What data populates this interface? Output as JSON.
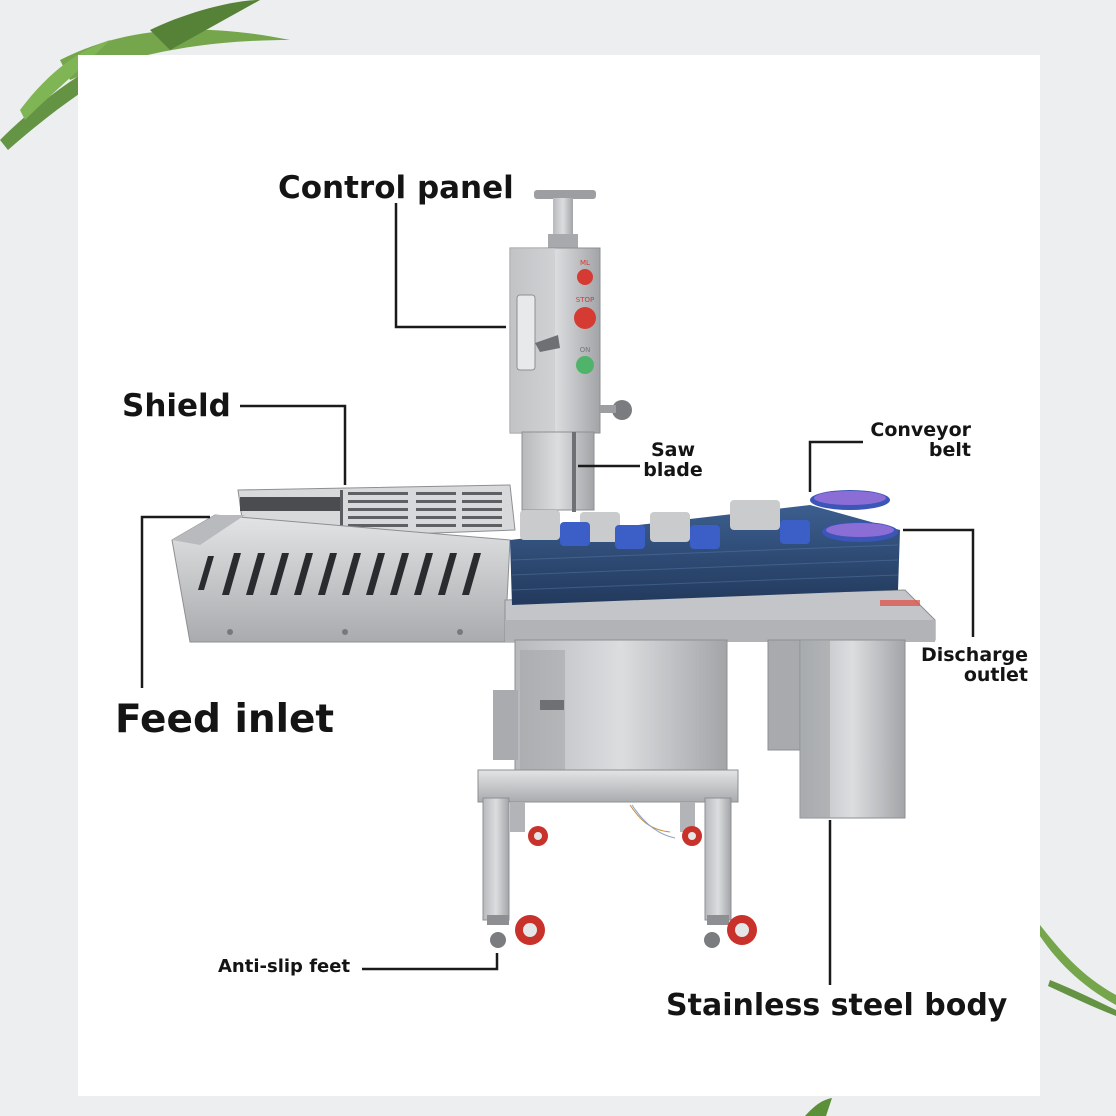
{
  "labels": {
    "control_panel": "Control panel",
    "shield": "Shield",
    "saw_blade_line1": "Saw",
    "saw_blade_line2": "blade",
    "conveyor_belt_line1": "Conveyor",
    "conveyor_belt_line2": "belt",
    "feed_inlet": "Feed inlet",
    "discharge_outlet_line1": "Discharge",
    "discharge_outlet_line2": "outlet",
    "anti_slip_feet": "Anti-slip feet",
    "stainless_steel_body": "Stainless steel body"
  },
  "panel_buttons": {
    "top": "ML",
    "middle": "STOP",
    "bottom": "ON"
  },
  "colors": {
    "background": "#eceef0",
    "panel": "#ffffff",
    "steel": "#c7c9cb",
    "conveyor": "#2f4d7a",
    "wheel": "#c8322a",
    "leader_line": "#1a1a1a"
  }
}
